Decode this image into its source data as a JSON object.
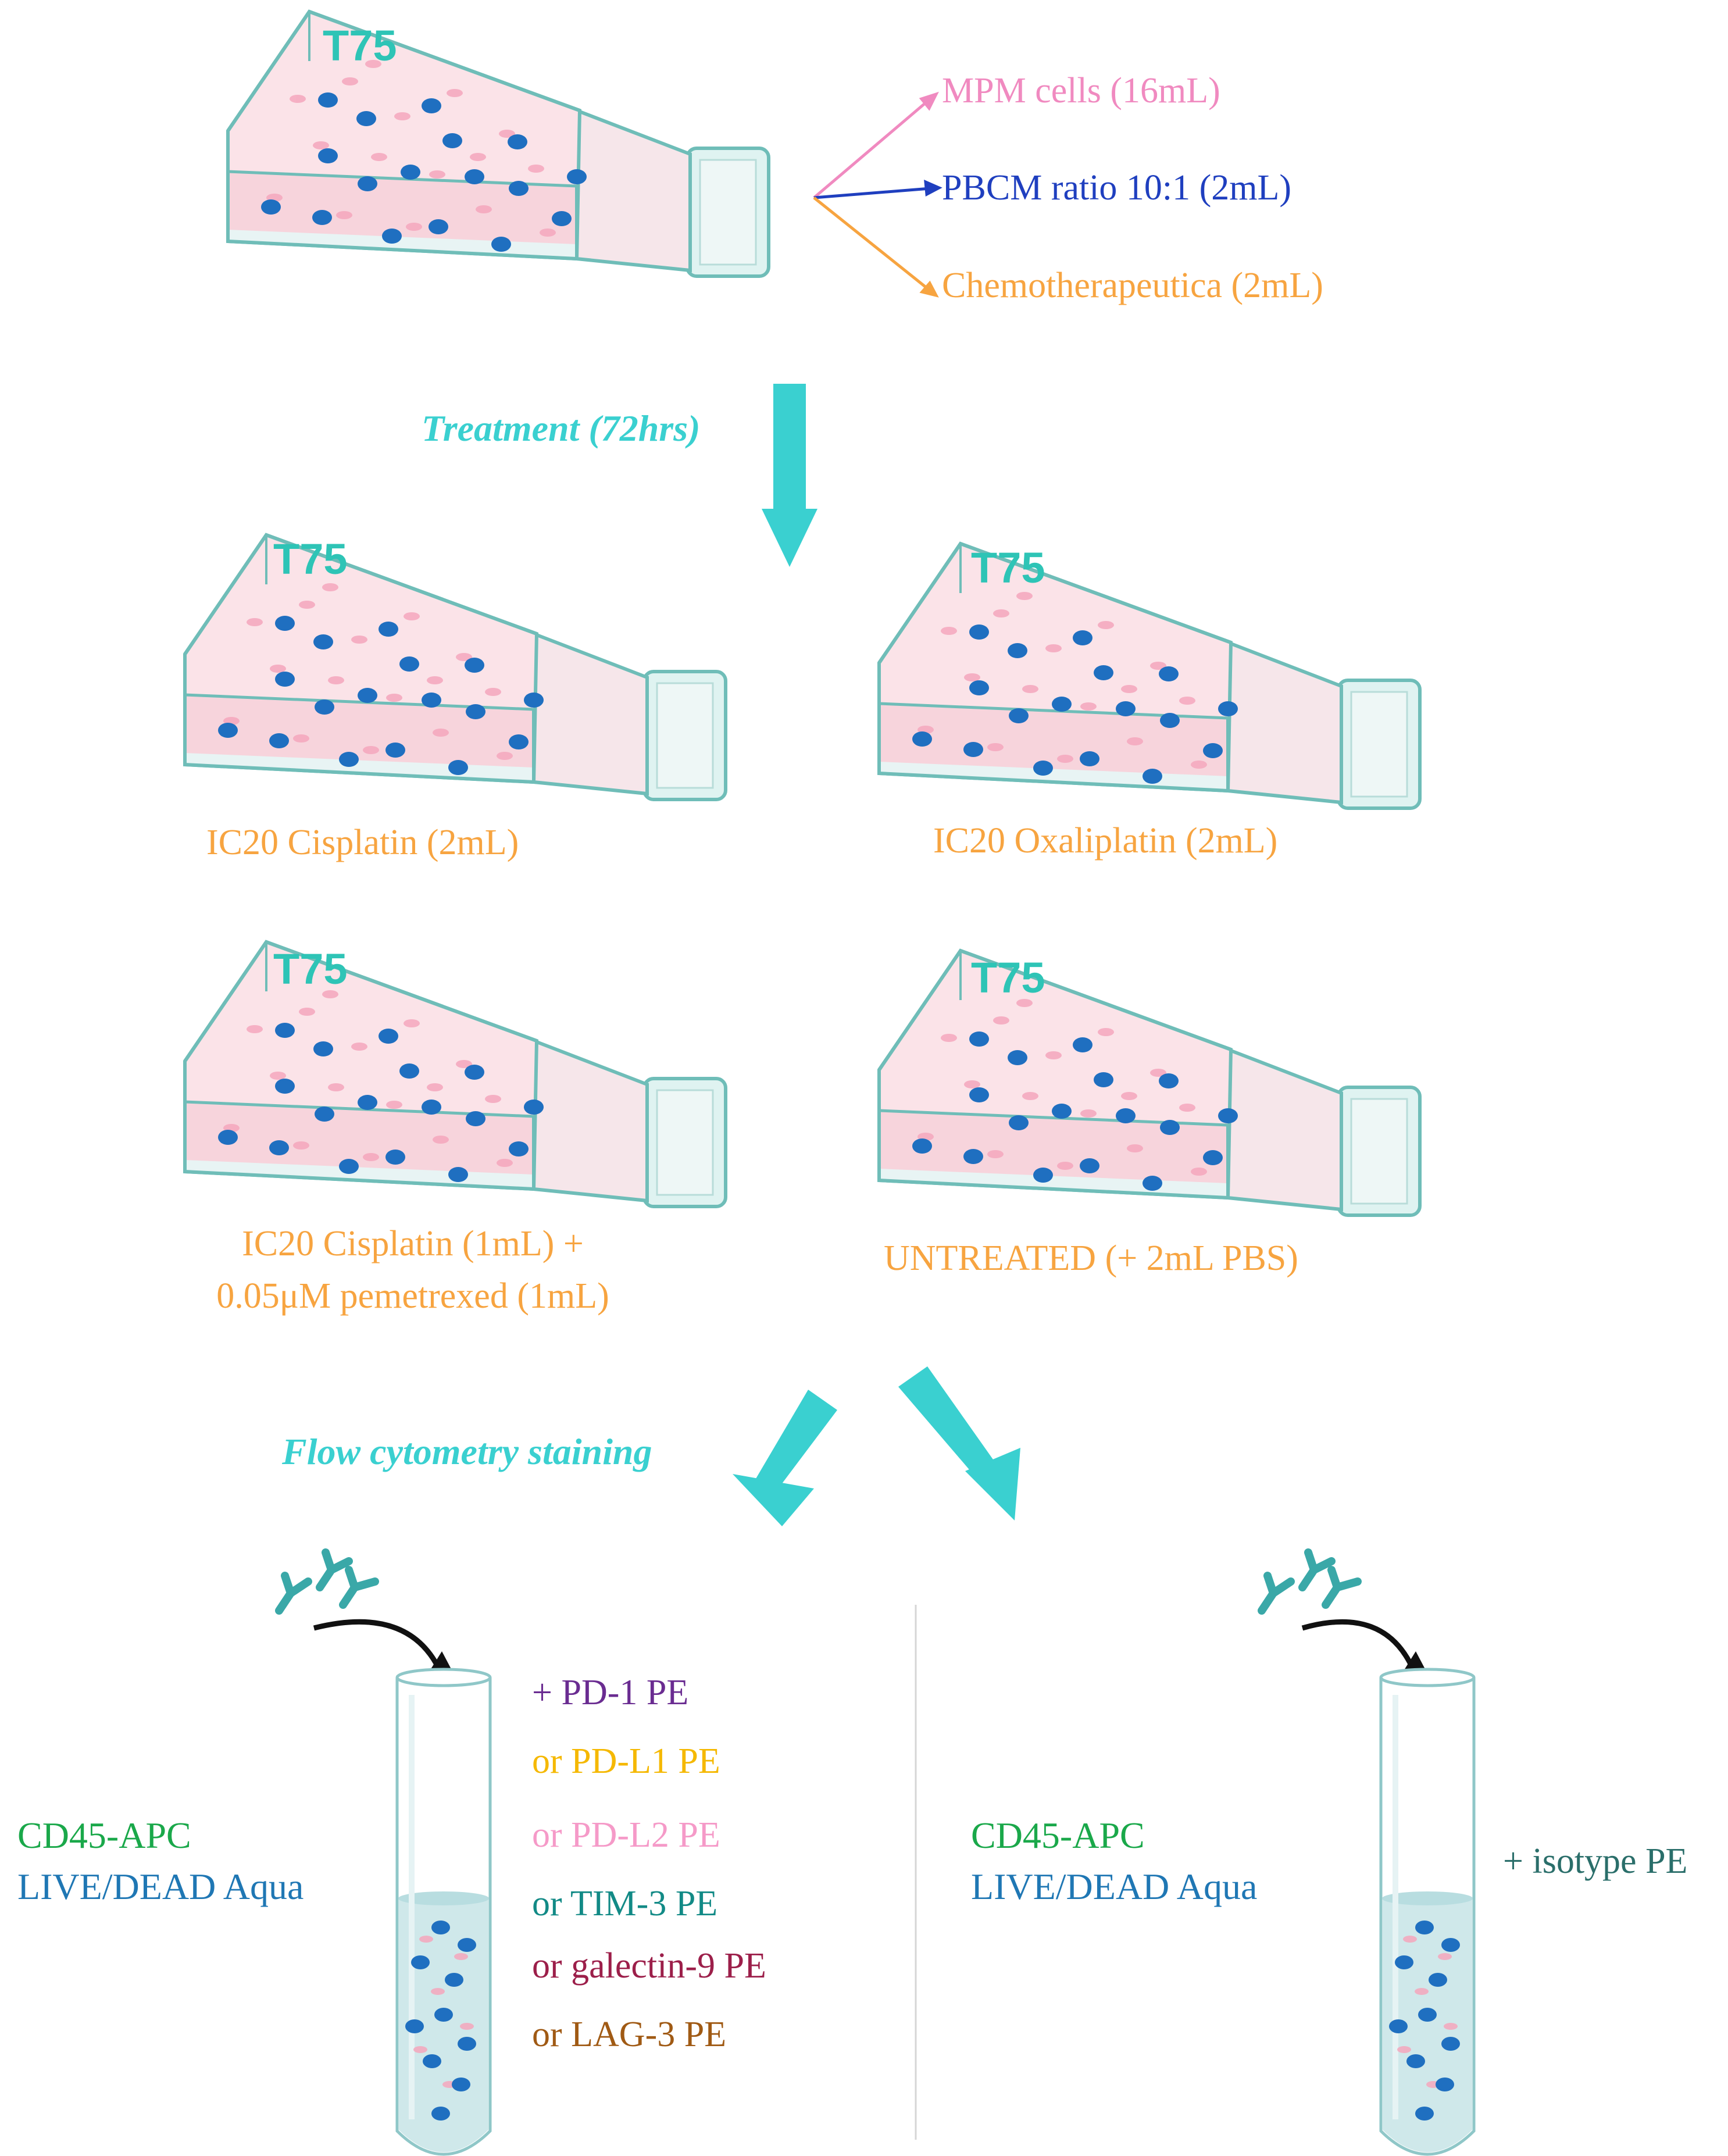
{
  "flask_label": "T75",
  "top_flask": {
    "inputs": [
      {
        "text": "MPM cells (16mL)",
        "color": "#f08ac0"
      },
      {
        "text": "PBCM ratio 10:1 (2mL)",
        "color": "#1f3fbf"
      },
      {
        "text": "Chemotherapeutica (2mL)",
        "color": "#f7a440"
      }
    ]
  },
  "step1_label": "Treatment (72hrs)",
  "conditions": [
    {
      "label": "IC20 Cisplatin (2mL)"
    },
    {
      "label": "IC20 Oxaliplatin (2mL)"
    },
    {
      "label_line1": "IC20 Cisplatin (1mL) +",
      "label_line2": "0.05μM pemetrexed (1mL)"
    },
    {
      "label": "UNTREATED (+ 2mL PBS)"
    }
  ],
  "step2_label": "Flow cytometry staining",
  "left_panel": {
    "base_line1": "CD45-APC",
    "base_line2": "LIVE/DEAD Aqua",
    "stains": [
      {
        "text": "+ PD-1 PE",
        "color": "#6a2c91"
      },
      {
        "text": "or PD-L1 PE",
        "color": "#f5b800"
      },
      {
        "text": "or PD-L2 PE",
        "color": "#f59ac8"
      },
      {
        "text": "or TIM-3 PE",
        "color": "#128a86"
      },
      {
        "text": "or galectin-9 PE",
        "color": "#9c1f4a"
      },
      {
        "text": "or LAG-3 PE",
        "color": "#a05a14"
      }
    ]
  },
  "right_panel": {
    "base_line1": "CD45-APC",
    "base_line2": "LIVE/DEAD Aqua",
    "stain": "+ isotype PE"
  },
  "colors": {
    "accent": "#3ad0d0",
    "cd45": "#1aa84a",
    "livedead": "#1f77b4",
    "isotype": "#2a6e6a",
    "cell_dot": "#1f6fc0",
    "medium": "#f7d4dc"
  }
}
